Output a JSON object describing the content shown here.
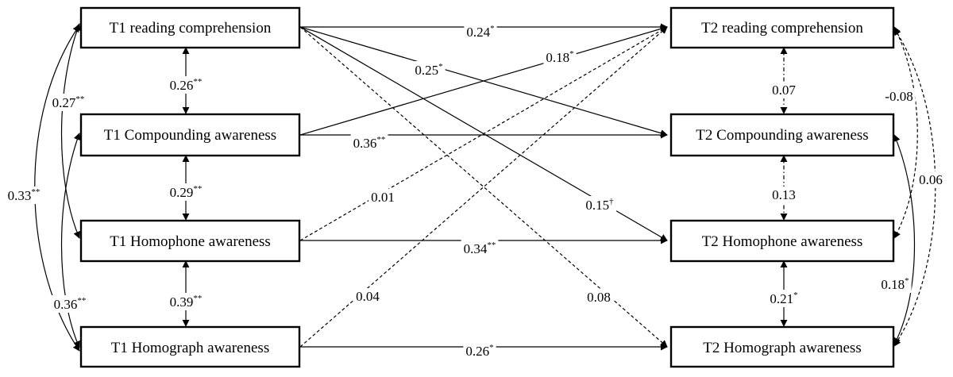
{
  "nodes": {
    "t1_rc": "T1 reading comprehension",
    "t1_ca": "T1 Compounding awareness",
    "t1_ha": "T1 Homophone awareness",
    "t1_hg": "T1 Homograph awareness",
    "t2_rc": "T2 reading comprehension",
    "t2_ca": "T2 Compounding awareness",
    "t2_ha": "T2 Homophone awareness",
    "t2_hg": "T2 Homograph awareness"
  },
  "coefficients": {
    "t1rc_t2rc": {
      "value": "0.24",
      "sig": "*"
    },
    "t1rc_t2ca": {
      "value": "0.25",
      "sig": "*"
    },
    "t1ca_t2rc": {
      "value": "0.18",
      "sig": "*"
    },
    "t1ca_t2ca": {
      "value": "0.36",
      "sig": "**"
    },
    "t1rc_t2ha": {
      "value": "0.15",
      "sig": "†"
    },
    "t1ha_t2rc": {
      "value": "0.01",
      "sig": ""
    },
    "t1ha_t2ha": {
      "value": "0.34",
      "sig": "**"
    },
    "t1hg_t2rc": {
      "value": "0.04",
      "sig": ""
    },
    "t1rc_t2hg": {
      "value": "0.08",
      "sig": ""
    },
    "t1hg_t2hg": {
      "value": "0.26",
      "sig": "*"
    },
    "t1_rc_ca": {
      "value": "0.26",
      "sig": "**"
    },
    "t1_ca_ha": {
      "value": "0.29",
      "sig": "**"
    },
    "t1_ha_hg": {
      "value": "0.39",
      "sig": "**"
    },
    "t1_rc_ha": {
      "value": "0.27",
      "sig": "**"
    },
    "t1_ca_hg": {
      "value": "0.36",
      "sig": "**"
    },
    "t1_rc_hg": {
      "value": "0.33",
      "sig": "**"
    },
    "t2_rc_ca": {
      "value": "0.07",
      "sig": ""
    },
    "t2_ca_ha": {
      "value": "0.13",
      "sig": ""
    },
    "t2_ha_hg": {
      "value": "0.21",
      "sig": "*"
    },
    "t2_rc_ha": {
      "value": "-0.08",
      "sig": ""
    },
    "t2_rc_hg": {
      "value": "0.06",
      "sig": ""
    },
    "t2_ca_hg": {
      "value": "0.18",
      "sig": "*"
    }
  }
}
